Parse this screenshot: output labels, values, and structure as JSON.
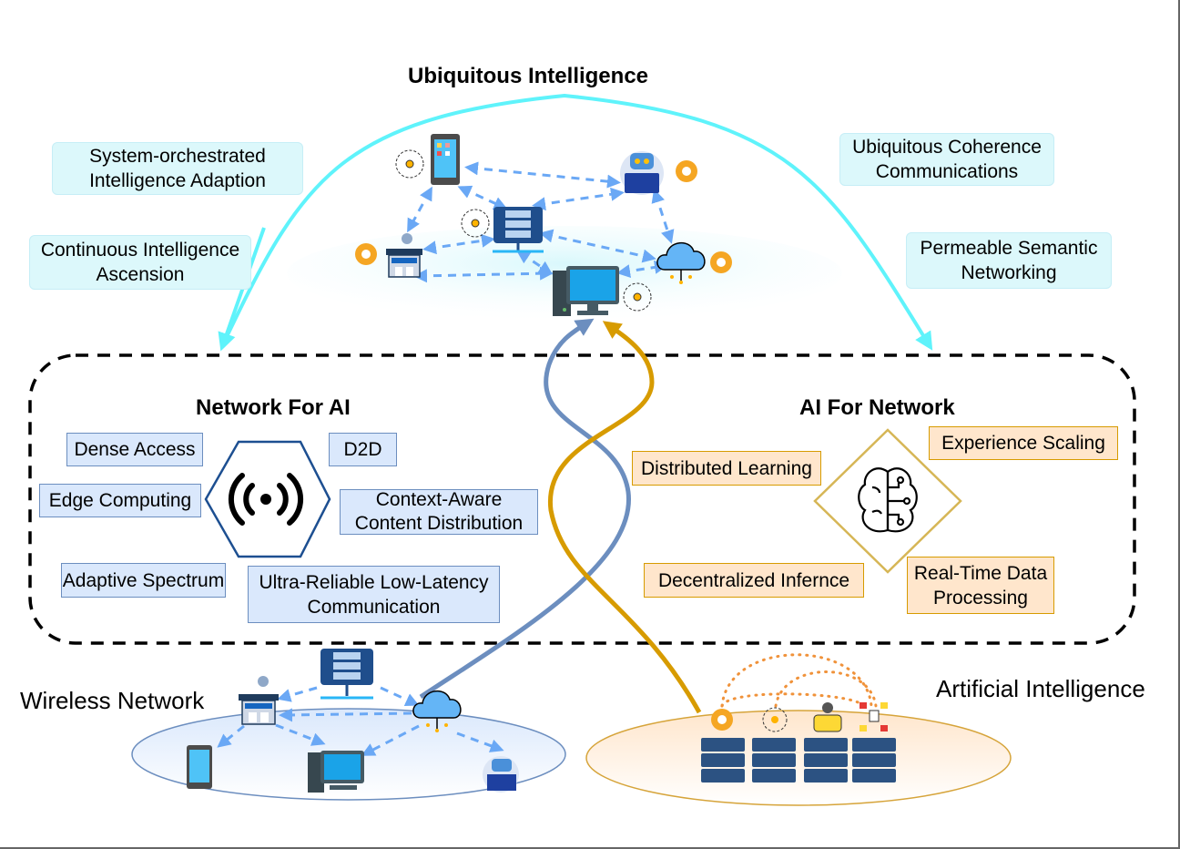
{
  "top": {
    "title": "Ubiquitous Intelligence",
    "labels": {
      "system_orchestrated": "System-orchestrated\nIntelligence Adaption",
      "continuous_ascension": "Continuous Intelligence\nAscension",
      "coherence_comms": "Ubiquitous Coherence\nCommunications",
      "semantic_networking": "Permeable Semantic\nNetworking"
    },
    "devices": [
      "smartphone",
      "ai-robot-laptop",
      "server-rack",
      "base-station",
      "cloud",
      "desktop-computer"
    ]
  },
  "network_for_ai": {
    "title": "Network For AI",
    "center_icon": "wireless-broadcast-icon",
    "items": {
      "dense_access": "Dense Access",
      "d2d": "D2D",
      "edge_computing": "Edge Computing",
      "context_aware": "Context-Aware\nContent Distribution",
      "adaptive_spectrum": "Adaptive Spectrum",
      "urllc": "Ultra-Reliable Low-Latency\nCommunication"
    }
  },
  "ai_for_network": {
    "title": "AI For Network",
    "center_icon": "brain-circuit-icon",
    "items": {
      "distributed_learning": "Distributed Learning",
      "experience_scaling": "Experience Scaling",
      "decentralized_inference": "Decentralized Infernce",
      "realtime_processing": "Real-Time Data\nProcessing"
    }
  },
  "bottom": {
    "wireless_label": "Wireless Network",
    "ai_label": "Artificial Intelligence"
  },
  "colors": {
    "cyan_arc": "#5ff3fb",
    "blue_strand": "#6c8ebf",
    "gold_strand": "#d79b00",
    "dashed_arrow": "#6aa8f5",
    "cyan_box_fill": "#dcf8fb",
    "blue_box_fill": "#dae8fc",
    "orange_box_fill": "#ffe6cc"
  }
}
